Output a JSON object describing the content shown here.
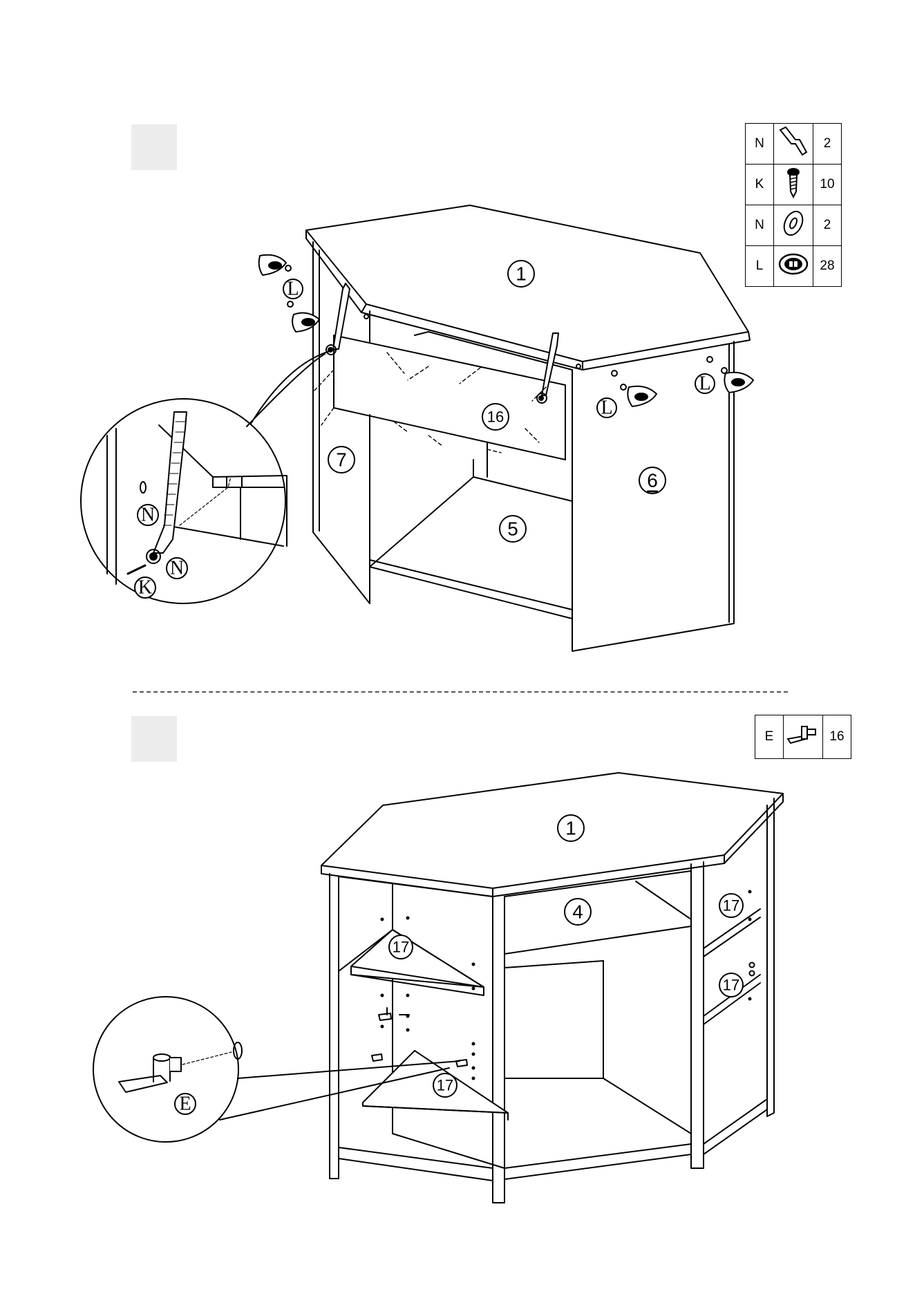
{
  "steps": [
    {
      "parts": [
        {
          "code": "N",
          "icon": "bracket-strap-icon",
          "qty": "2"
        },
        {
          "code": "K",
          "icon": "screw-icon",
          "qty": "10"
        },
        {
          "code": "N",
          "icon": "washer-icon",
          "qty": "2"
        },
        {
          "code": "L",
          "icon": "cam-lock-icon",
          "qty": "28"
        }
      ],
      "labels": {
        "top": "1",
        "back": "16",
        "left_side": "7",
        "right_side": "6",
        "bottom": "5",
        "cam_a": "L",
        "cam_b": "L",
        "cam_c": "L",
        "cam_d": "L",
        "detail_n1": "N",
        "detail_n2": "N",
        "detail_k": "K"
      }
    },
    {
      "parts": [
        {
          "code": "E",
          "icon": "shelf-pin-icon",
          "qty": "16"
        }
      ],
      "labels": {
        "top": "1",
        "drawer": "4",
        "shelf_a": "17",
        "shelf_b": "17",
        "shelf_c": "17",
        "shelf_d": "17",
        "detail_e": "E"
      }
    }
  ]
}
